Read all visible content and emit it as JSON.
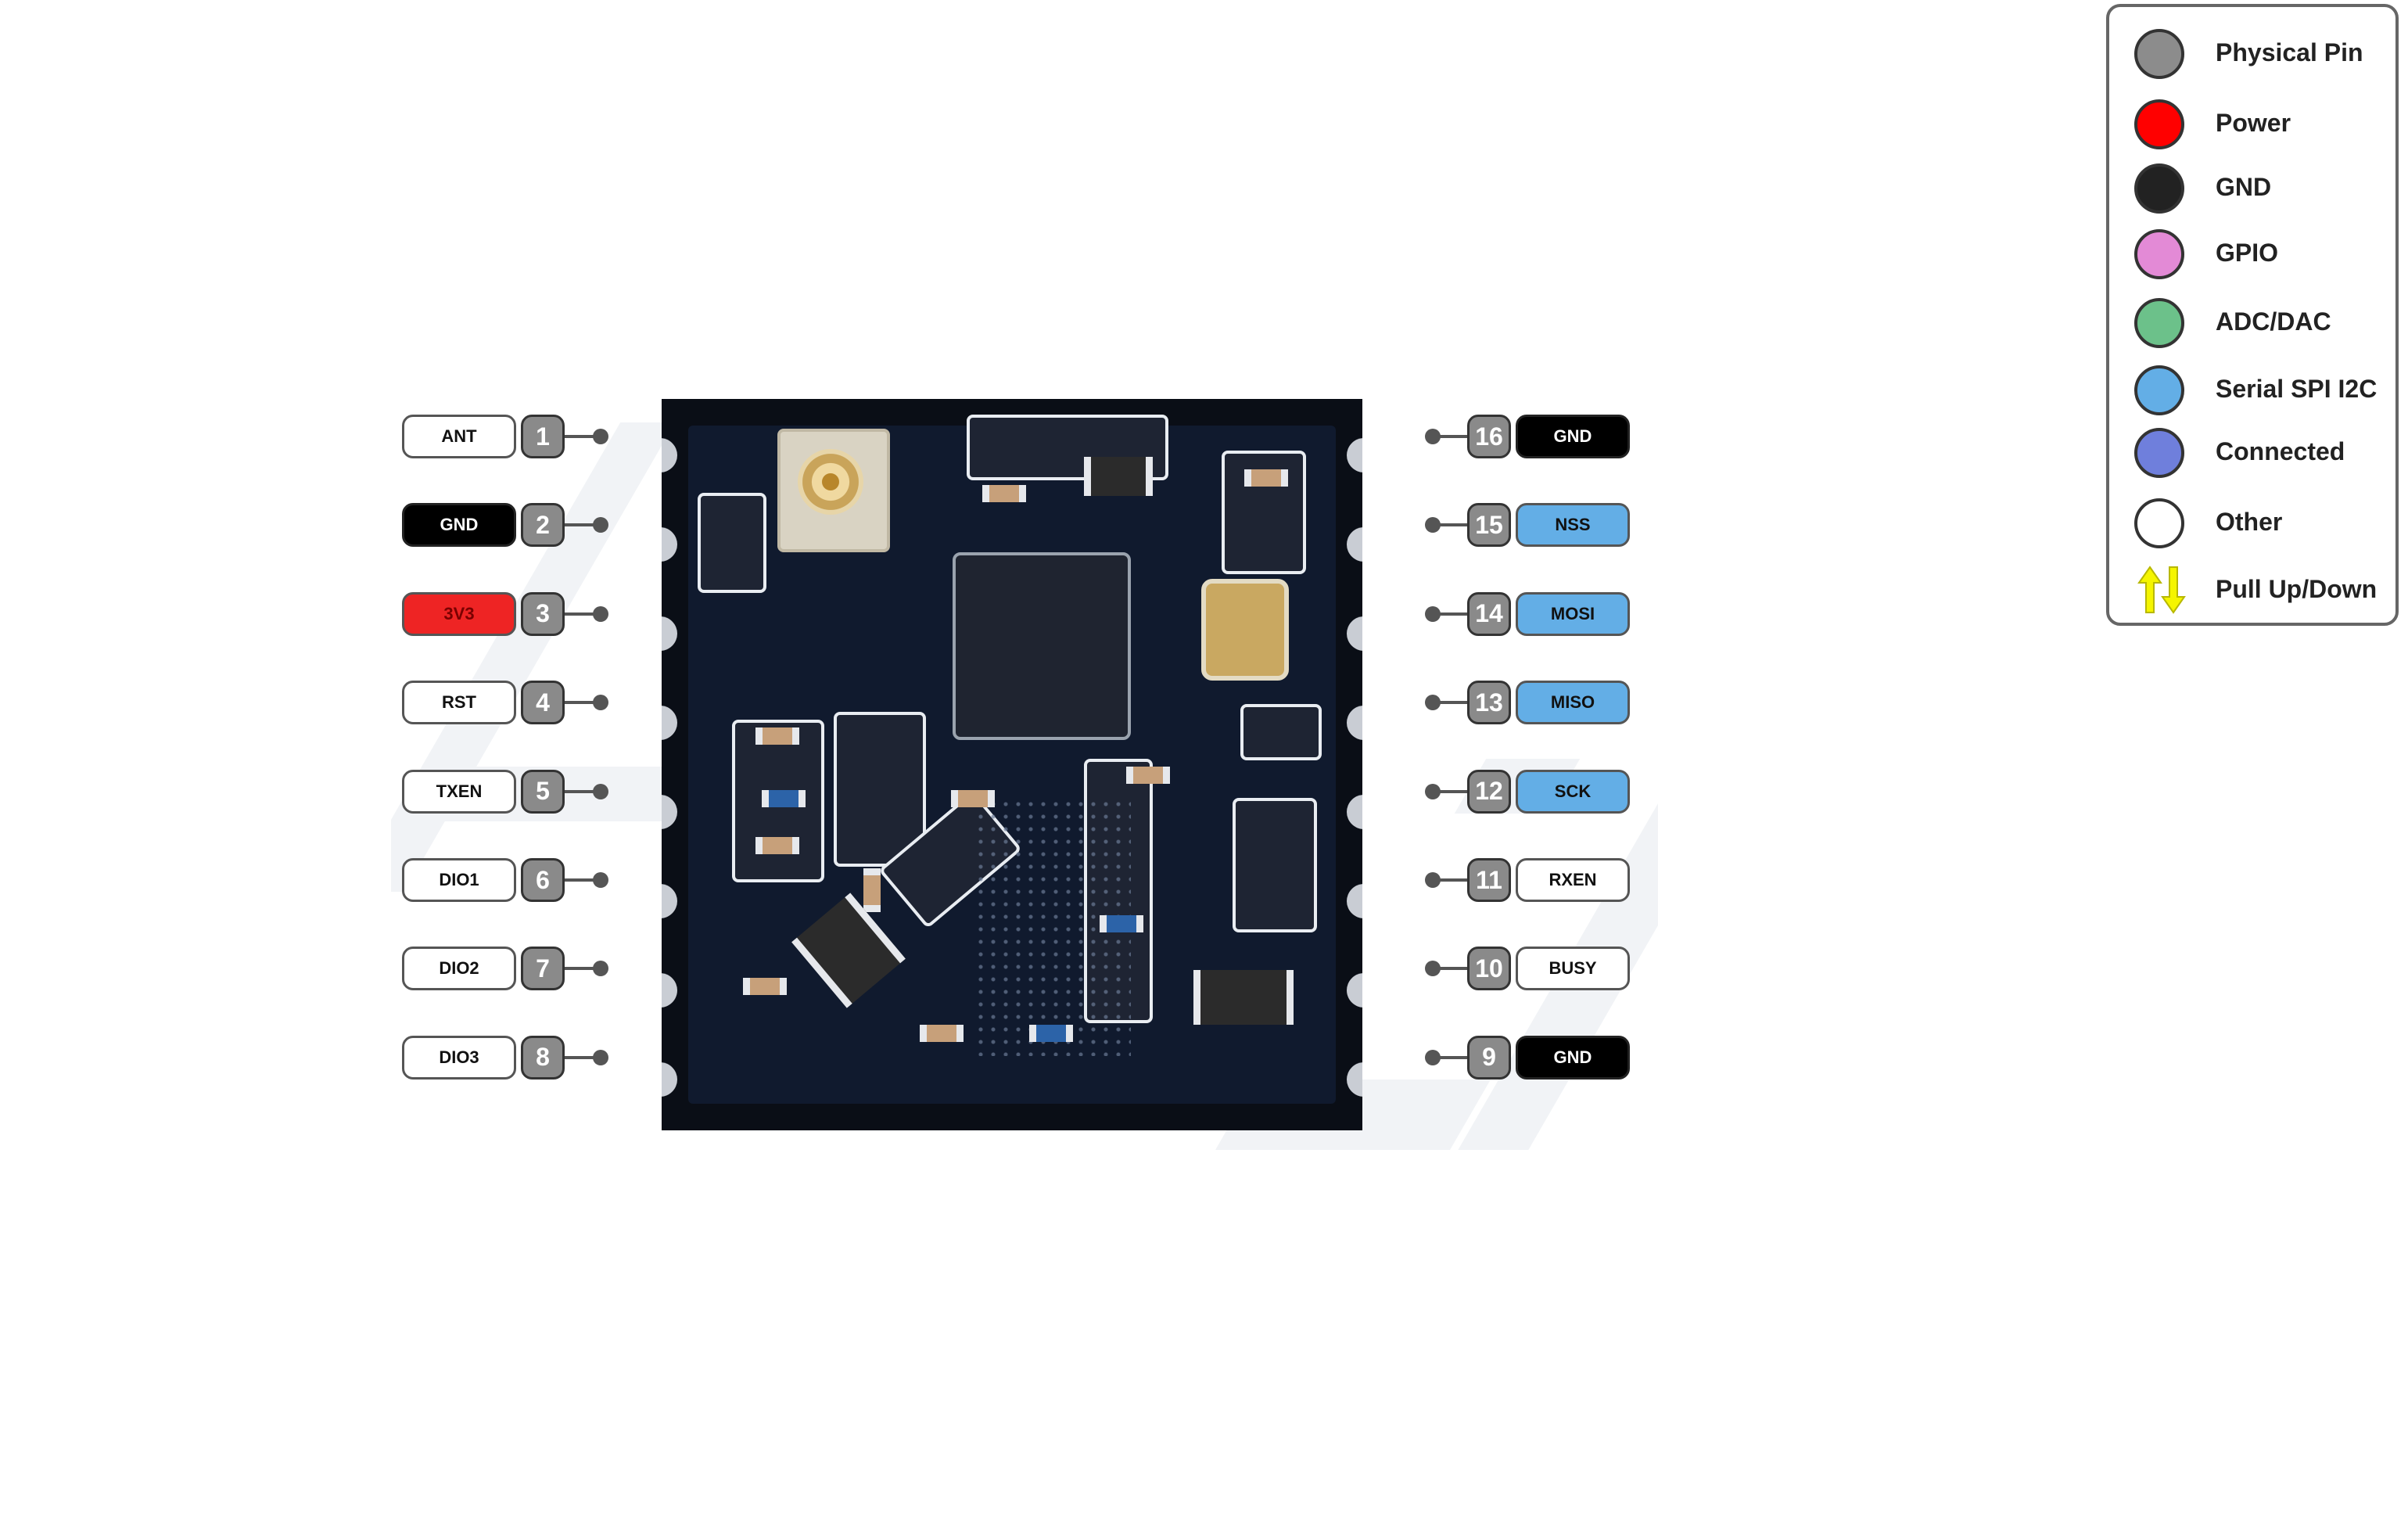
{
  "legend": {
    "items": [
      {
        "label": "Physical Pin",
        "color": "#8c8c8c",
        "icon": "circle-icon"
      },
      {
        "label": "Power",
        "color": "#ff0000",
        "icon": "circle-icon"
      },
      {
        "label": "GND",
        "color": "#222222",
        "icon": "circle-icon"
      },
      {
        "label": "GPIO",
        "color": "#e38ad6",
        "icon": "circle-icon"
      },
      {
        "label": "ADC/DAC",
        "color": "#6cc18a",
        "icon": "circle-icon"
      },
      {
        "label": "Serial SPI I2C",
        "color": "#63aee6",
        "icon": "circle-icon"
      },
      {
        "label": "Connected",
        "color": "#6f7fdc",
        "icon": "circle-icon"
      },
      {
        "label": "Other",
        "color": "#ffffff",
        "icon": "circle-icon"
      },
      {
        "label": "Pull Up/Down",
        "color": "#f5f500",
        "icon": "up-down-arrows-icon"
      }
    ]
  },
  "pins": {
    "left": [
      {
        "num": "1",
        "label": "ANT",
        "type": "Other"
      },
      {
        "num": "2",
        "label": "GND",
        "type": "GND"
      },
      {
        "num": "3",
        "label": "3V3",
        "type": "Power"
      },
      {
        "num": "4",
        "label": "RST",
        "type": "Other"
      },
      {
        "num": "5",
        "label": "TXEN",
        "type": "Other"
      },
      {
        "num": "6",
        "label": "DIO1",
        "type": "Other"
      },
      {
        "num": "7",
        "label": "DIO2",
        "type": "Other"
      },
      {
        "num": "8",
        "label": "DIO3",
        "type": "Other"
      }
    ],
    "right": [
      {
        "num": "16",
        "label": "GND",
        "type": "GND"
      },
      {
        "num": "15",
        "label": "NSS",
        "type": "Serial SPI I2C"
      },
      {
        "num": "14",
        "label": "MOSI",
        "type": "Serial SPI I2C"
      },
      {
        "num": "13",
        "label": "MISO",
        "type": "Serial SPI I2C"
      },
      {
        "num": "12",
        "label": "SCK",
        "type": "Serial SPI I2C"
      },
      {
        "num": "11",
        "label": "RXEN",
        "type": "Other"
      },
      {
        "num": "10",
        "label": "BUSY",
        "type": "Other"
      },
      {
        "num": "9",
        "label": "GND",
        "type": "GND"
      }
    ]
  }
}
